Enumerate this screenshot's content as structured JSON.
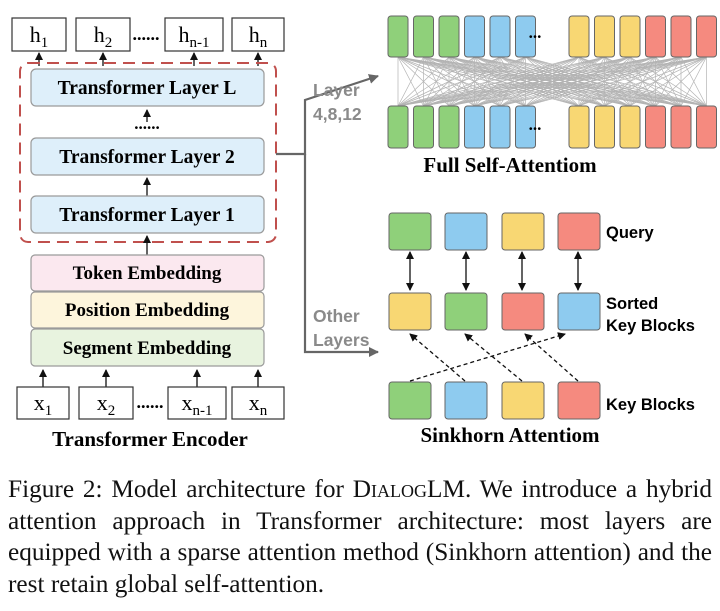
{
  "encoder": {
    "outputs": [
      {
        "base": "h",
        "sub": "1"
      },
      {
        "base": "h",
        "sub": "2"
      },
      {
        "base": "h",
        "sub": "n-1"
      },
      {
        "base": "h",
        "sub": "n"
      }
    ],
    "inputs": [
      {
        "base": "x",
        "sub": "1"
      },
      {
        "base": "x",
        "sub": "2"
      },
      {
        "base": "x",
        "sub": "n-1"
      },
      {
        "base": "x",
        "sub": "n"
      }
    ],
    "ellipsis": "......",
    "layers": [
      "Transformer Layer L",
      "Transformer Layer 2",
      "Transformer Layer 1"
    ],
    "layers_ellipsis": "......",
    "embeddings": [
      "Token Embedding",
      "Position Embedding",
      "Segment Embedding"
    ],
    "title": "Transformer Encoder"
  },
  "routing": {
    "full_label": [
      "Layer",
      "4,8,12"
    ],
    "other_label": [
      "Other",
      "Layers"
    ]
  },
  "full_attention": {
    "title": "Full Self-Attentiom",
    "ellipsis": "...",
    "row_colors": [
      "#8fd07a",
      "#8fd07a",
      "#8fd07a",
      "#8ecbef",
      "#8ecbef",
      "#8ecbef",
      "#f8d773",
      "#f8d773",
      "#f8d773",
      "#f58a7f",
      "#f58a7f",
      "#f58a7f"
    ]
  },
  "sinkhorn": {
    "title": "Sinkhorn Attentiom",
    "row_labels": [
      "Query",
      "Sorted",
      "Key Blocks",
      "Key Blocks"
    ],
    "query_colors": [
      "#8fd07a",
      "#8ecbef",
      "#f8d773",
      "#f58a7f"
    ],
    "sorted_colors": [
      "#f8d773",
      "#8fd07a",
      "#f58a7f",
      "#8ecbef"
    ],
    "key_colors": [
      "#8fd07a",
      "#8ecbef",
      "#f8d773",
      "#f58a7f"
    ]
  },
  "colors": {
    "green": "#8fd07a",
    "blue": "#8ecbef",
    "yellow": "#f8d773",
    "red": "#f58a7f",
    "layer_fill": "#deeffa",
    "token_fill": "#fbe8ef",
    "position_fill": "#fdf5dc",
    "segment_fill": "#e8f3df",
    "dash_red": "#c0504d"
  },
  "caption": {
    "prefix": "Figure 2: Model architecture for ",
    "model": "DialogLM",
    "rest": ". We introduce a hybrid attention approach in Transformer architecture: most layers are equipped with a sparse attention method (Sinkhorn attention) and the rest retain global self-attention."
  }
}
